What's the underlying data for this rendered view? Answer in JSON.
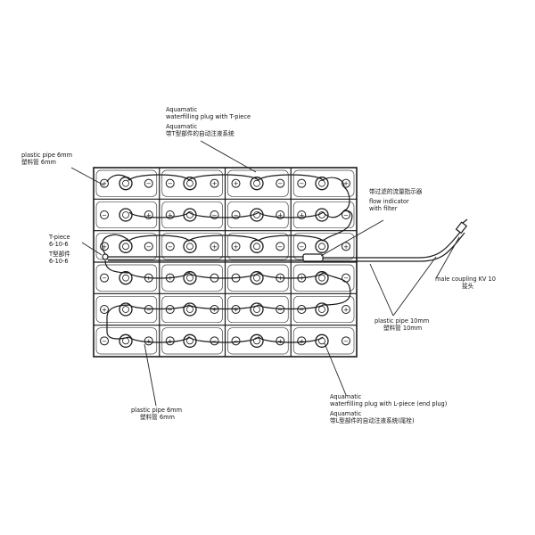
{
  "labels": {
    "plug_t": {
      "line1": "Aquamatic",
      "line2": "waterfilling plug with T-piece",
      "line3": "Aquamatic",
      "line4": "带T型部件的自动注液系统"
    },
    "pipe_6mm_top": {
      "line1": "plastic pipe 6mm",
      "line2": "塑料管 6mm"
    },
    "flow_indicator": {
      "line1": "带过滤的流量指示器",
      "line2": "flow indicator",
      "line3": "with filter"
    },
    "t_piece": {
      "line1": "T-piece",
      "line2": "6-10-6",
      "line3": "T型部件",
      "line4": "6-10-6"
    },
    "male_coupling": {
      "line1": "male coupling KV 10",
      "line2": "接头"
    },
    "pipe_10mm": {
      "line1": "plastic pipe 10mm",
      "line2": "塑料管 10mm"
    },
    "pipe_6mm_bottom": {
      "line1": "plastic pipe 6mm",
      "line2": "塑料管 6mm"
    },
    "plug_l": {
      "line1": "Aquamatic",
      "line2": "waterfilling plug with L-piece (end plug)",
      "line3": "Aquamatic",
      "line4": "带L型部件的自动注液系统(尾栓)"
    }
  },
  "battery": {
    "rows": 6,
    "cols": 4,
    "cells_per_col": 2
  },
  "colors": {
    "line": "#1a1a1a",
    "background": "#ffffff"
  }
}
